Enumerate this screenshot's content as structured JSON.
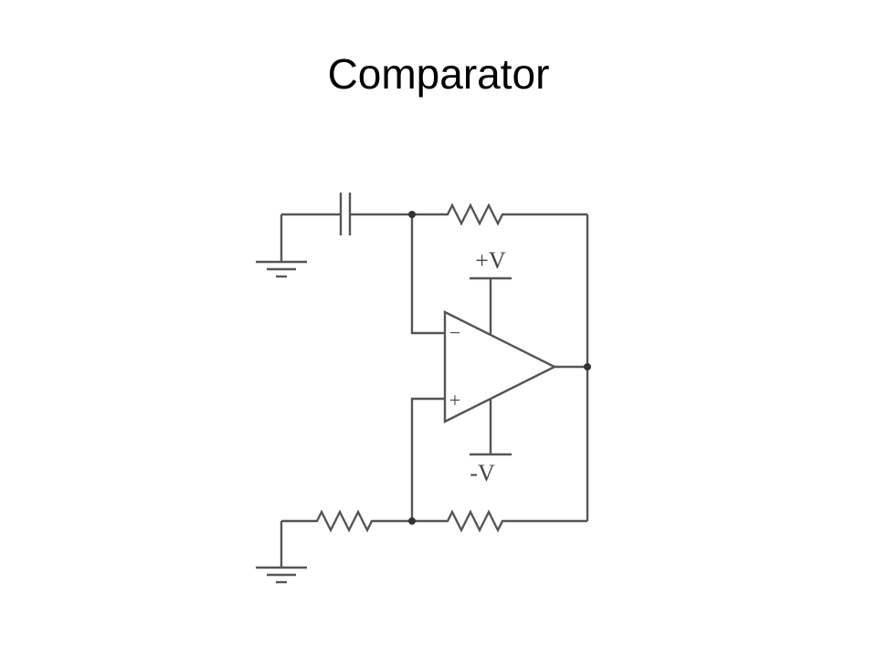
{
  "slide": {
    "title": "Comparator"
  },
  "schematic": {
    "supply_positive_label": "+V",
    "supply_negative_label": "-V",
    "inverting_input_symbol": "−",
    "noninverting_input_symbol": "+"
  }
}
